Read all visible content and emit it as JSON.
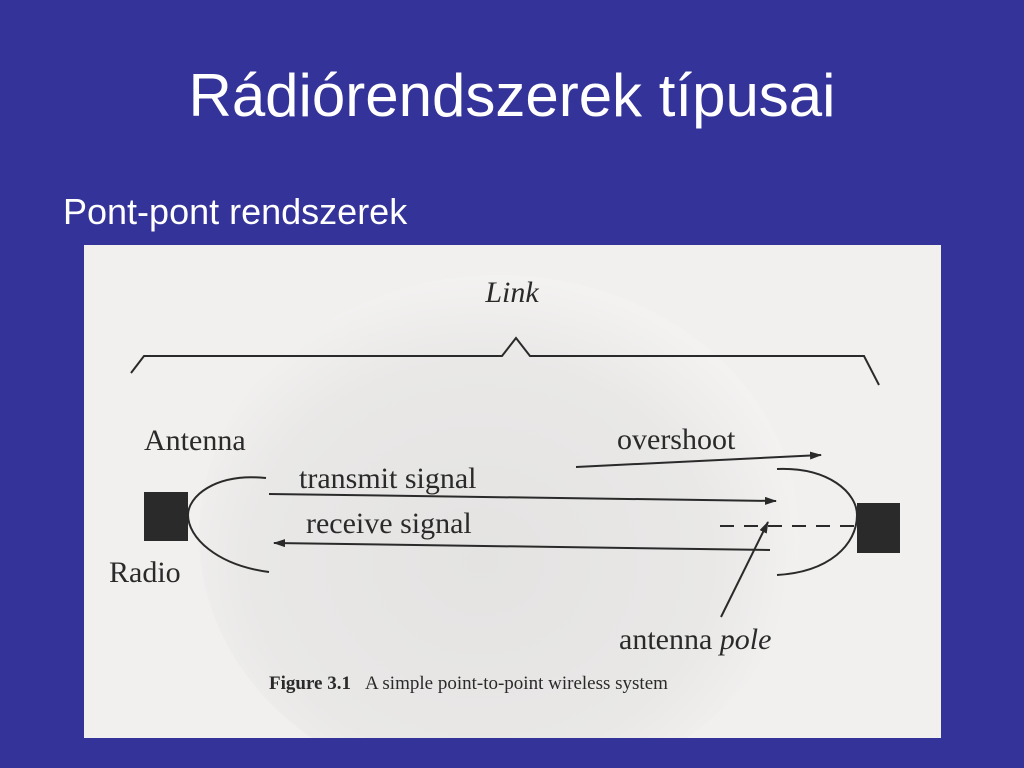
{
  "slide": {
    "title": "Rádiórendszerek típusai",
    "subtitle": "Pont-pont rendszerek"
  },
  "diagram": {
    "link_label": "Link",
    "antenna_label": "Antenna",
    "radio_label": "Radio",
    "transmit_label": "transmit signal",
    "receive_label": "receive signal",
    "overshoot_label": "overshoot",
    "antenna_word": "antenna",
    "pole_word": "pole",
    "figure_number": "Figure 3.1",
    "figure_caption": "A simple point-to-point wireless system"
  },
  "colors": {
    "background": "#333399",
    "slide_text": "#ffffff",
    "figure_paper": "#f1f0ef",
    "ink": "#2a2a2a"
  }
}
